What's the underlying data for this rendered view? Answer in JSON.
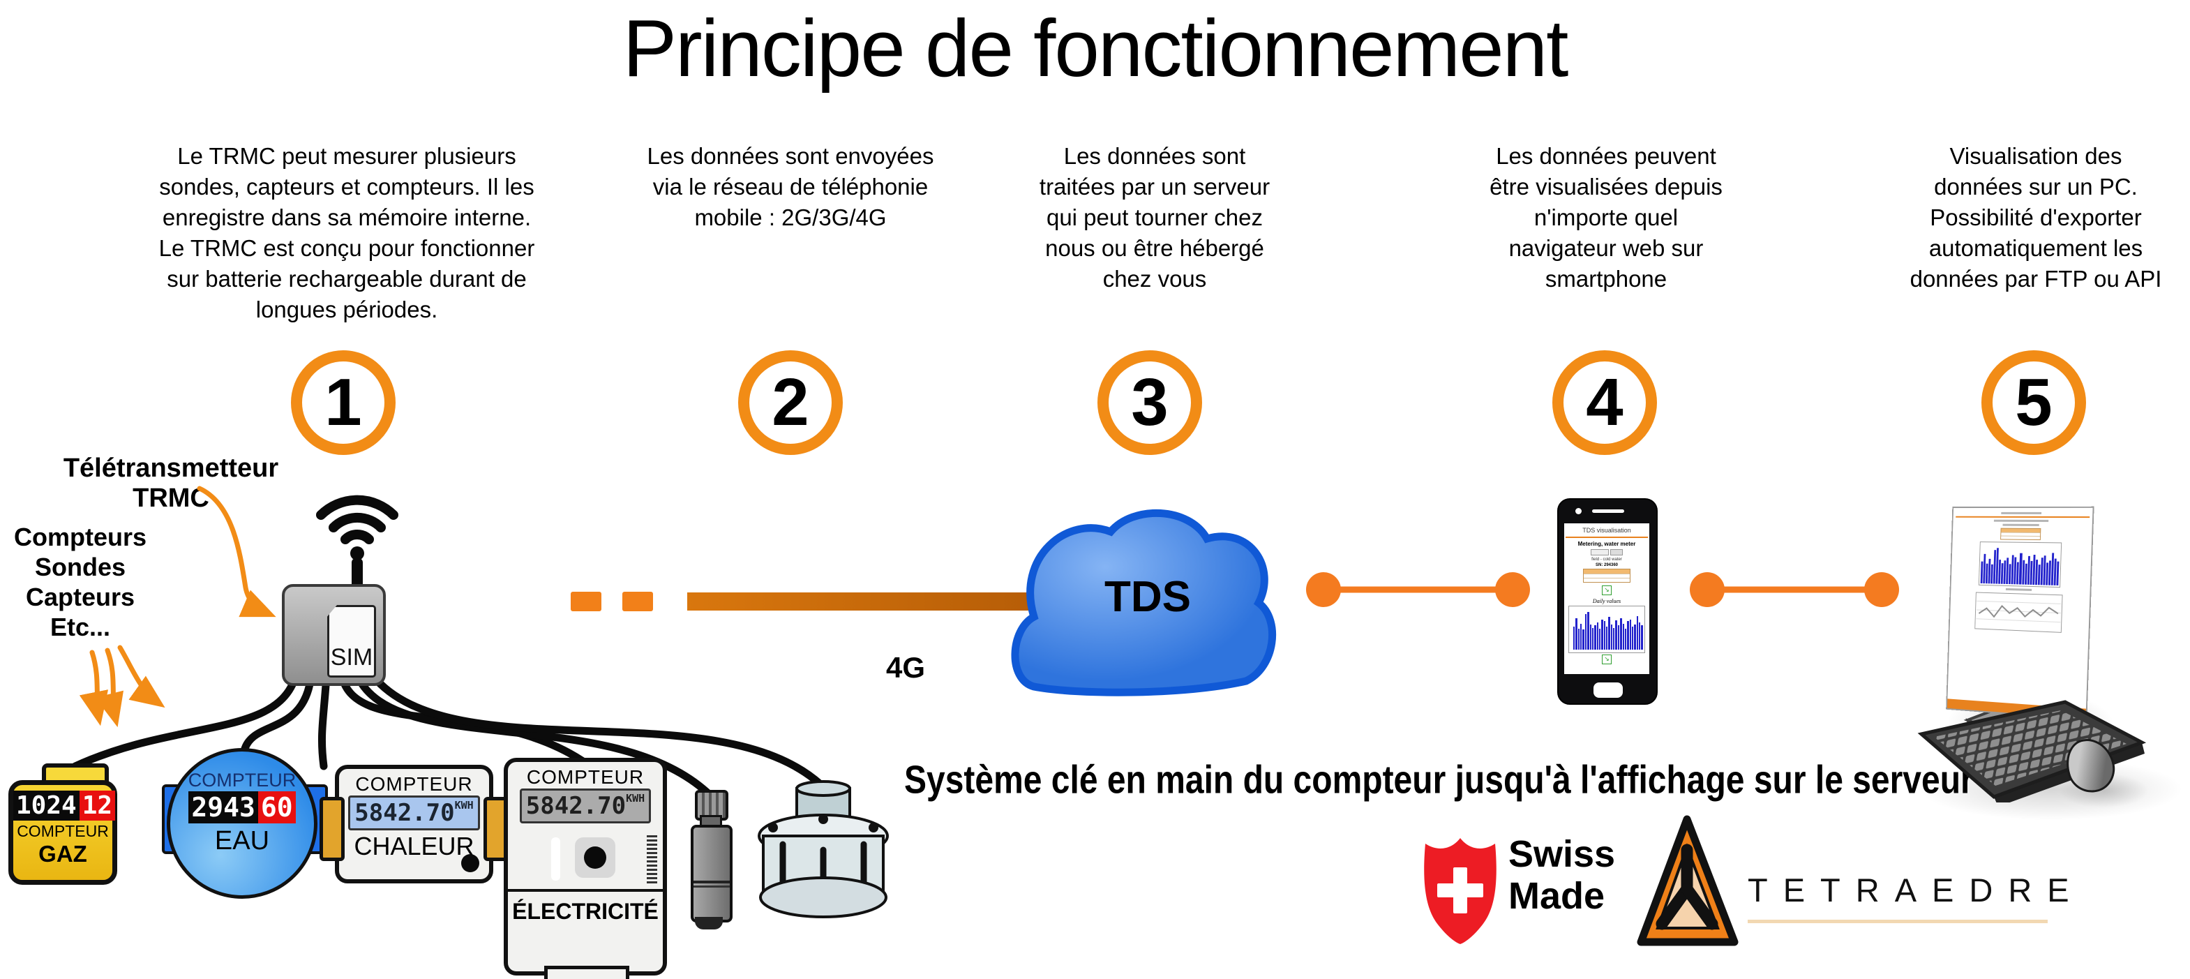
{
  "title": "Principe de fonctionnement",
  "steps": [
    {
      "num": "1",
      "desc": "Le TRMC peut mesurer plusieurs\nsondes, capteurs et compteurs. Il les\nenregistre dans sa mémoire interne.\nLe TRMC est conçu pour fonctionner\nsur batterie rechargeable durant de\nlongues périodes."
    },
    {
      "num": "2",
      "desc": "Les données sont envoyées\nvia le réseau de téléphonie\nmobile : 2G/3G/4G"
    },
    {
      "num": "3",
      "desc": "Les données sont\ntraitées par un serveur\nqui peut tourner chez\nnous ou être hébergé\nchez vous"
    },
    {
      "num": "4",
      "desc": "Les données peuvent\nêtre visualisées depuis\nn'importe quel\nnavigateur web sur\nsmartphone"
    },
    {
      "num": "5",
      "desc": "Visualisation des\ndonnées sur un PC.\nPossibilité d'exporter\nautomatiquement les\ndonnées par FTP ou API"
    }
  ],
  "annotations": {
    "transmitter": "Télétransmetteur\nTRMC",
    "sources": "Compteurs\nSondes\nCapteurs\nEtc...",
    "network_label": "4G",
    "tagline": "Système clé en main du compteur jusqu'à l'affichage sur le serveur"
  },
  "trmc": {
    "sim_label": "SIM"
  },
  "cloud": {
    "label": "TDS"
  },
  "meters": {
    "gaz": {
      "digits_main": "1024",
      "digits_frac": "12",
      "label": "COMPTEUR",
      "type": "GAZ"
    },
    "eau": {
      "label": "COMPTEUR",
      "digits_main": "2943",
      "digits_frac": "60",
      "type": "EAU"
    },
    "chaleur": {
      "label": "COMPTEUR",
      "lcd": "5842.70",
      "unit": "KWH",
      "type": "CHALEUR"
    },
    "electricite": {
      "label": "COMPTEUR",
      "lcd": "5842.70",
      "unit": "KWH",
      "type": "ÉLECTRICITÉ"
    }
  },
  "phone": {
    "app_title": "TDS visualisation",
    "heading": "Metering, water meter",
    "info_line": "field - cold water",
    "serial": "SN: 294360",
    "chart_title": "Daily values",
    "bars": [
      55,
      75,
      50,
      62,
      48,
      85,
      90,
      60,
      52,
      58,
      65,
      50,
      72,
      68,
      55,
      78,
      60,
      52,
      70,
      58,
      75,
      62,
      50,
      68,
      72,
      55,
      60,
      80,
      65,
      58
    ]
  },
  "logos": {
    "swiss_made": "Swiss\nMade",
    "tetraedre": "TETRAEDRE"
  },
  "colors": {
    "accent_orange": "#F28C16",
    "arrow_brown": "#C2660A",
    "cloud_blue": "#2F74DD",
    "cloud_border": "#1059D6",
    "gas_yellow": "#F2C21E",
    "water_blue": "#2E8BE8",
    "digit_red_bg": "#E81010",
    "lcd_blue": "#A9C6EE",
    "swiss_red": "#ED1C24",
    "bar_blue": "#2222CC"
  }
}
